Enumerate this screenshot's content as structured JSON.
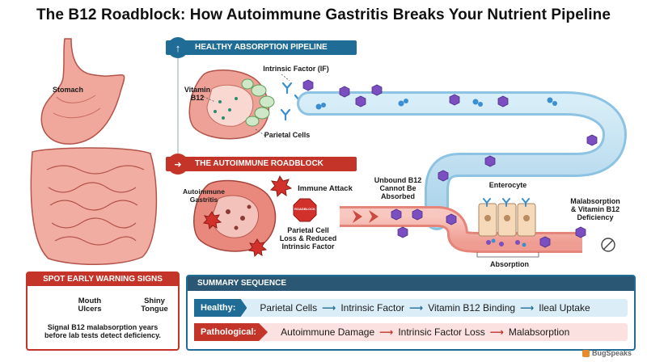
{
  "title": "The B12 Roadblock: How Autoimmune Gastritis Breaks Your Nutrient Pipeline",
  "labels": {
    "stomach": "Stomach",
    "healthy_banner": "HEALTHY ABSORPTION PIPELINE",
    "intrinsic_factor": "Intrinsic Factor (IF)",
    "vitamin_b12": "Vitamin\nB12",
    "parietal_cells": "Parietal Cells",
    "roadblock_banner": "THE AUTOIMMUNE ROADBLOCK",
    "autoimmune_gastritis": "Autoimmune\nGastritis",
    "immune_attack": "Immune Attack",
    "roadblock_sign": "ROADBLOCK",
    "parietal_loss": "Parietal Cell\nLoss & Reduced\nIntrinsic Factor",
    "unbound_b12": "Unbound B12\nCannot Be\nAbsorbed",
    "enterocyte": "Enterocyte",
    "absorption": "Absorption",
    "malabsorption": "Malabsorption\n& Vitamin B12\nDeficiency"
  },
  "warning": {
    "heading": "SPOT EARLY WARNING SIGNS",
    "sign1": "Mouth\nUlcers",
    "sign2": "Shiny\nTongue",
    "footer": "Signal B12 malabsorption years\nbefore lab tests detect deficiency."
  },
  "summary": {
    "heading": "SUMMARY SEQUENCE",
    "healthy_label": "Healthy:",
    "healthy_steps": [
      "Parietal Cells",
      "Intrinsic Factor",
      "Vitamin B12 Binding",
      "Ileal Uptake"
    ],
    "patho_label": "Pathological:",
    "patho_steps": [
      "Autoimmune Damage",
      "Intrinsic Factor Loss",
      "Malabsorption"
    ]
  },
  "watermark": "BugSpeaks",
  "colors": {
    "blue": "#1f6d96",
    "red": "#c43428",
    "navy": "#2a5773",
    "tissue": "#e8948a",
    "cell_green": "#cfe8c8",
    "b12_purple": "#7b4fc0",
    "if_blue": "#3b8ed0"
  }
}
